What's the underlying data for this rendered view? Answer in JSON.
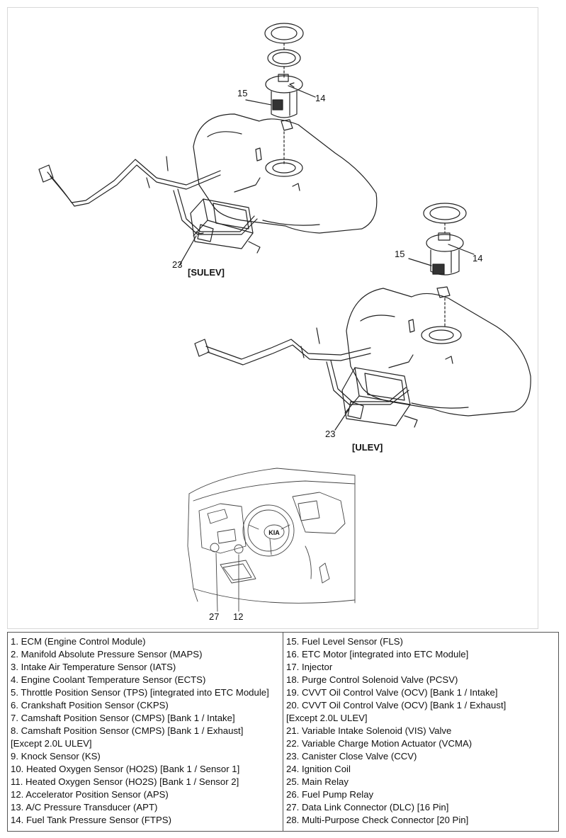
{
  "callouts": {
    "sulev_15": "15",
    "sulev_14": "14",
    "sulev_23": "23",
    "ulev_15": "15",
    "ulev_14": "14",
    "ulev_23": "23",
    "dash_27": "27",
    "dash_12": "12"
  },
  "captions": {
    "sulev": "[SULEV]",
    "ulev": "[ULEV]"
  },
  "logo_text": "KIA",
  "legend": {
    "left": [
      "1. ECM (Engine Control Module)",
      "2. Manifold Absolute Pressure Sensor (MAPS)",
      "3. Intake Air Temperature Sensor (IATS)",
      "4. Engine Coolant Temperature Sensor (ECTS)",
      "5. Throttle Position Sensor (TPS) [integrated into ETC Module]",
      "6. Crankshaft Position Sensor (CKPS)",
      "7. Camshaft Position Sensor (CMPS) [Bank 1 / Intake]",
      "8. Camshaft Position Sensor (CMPS) [Bank 1 / Exhaust]",
      "[Except 2.0L ULEV]",
      "9. Knock Sensor (KS)",
      "10. Heated Oxygen Sensor (HO2S) [Bank 1 / Sensor 1]",
      "11. Heated Oxygen Sensor (HO2S) [Bank 1 / Sensor 2]",
      "12. Accelerator Position Sensor (APS)",
      "13. A/C Pressure Transducer (APT)",
      "14. Fuel Tank Pressure Sensor (FTPS)"
    ],
    "right": [
      "15. Fuel Level Sensor (FLS)",
      "16. ETC Motor [integrated into ETC Module]",
      "17. Injector",
      "18. Purge Control Solenoid Valve (PCSV)",
      "19. CVVT Oil Control Valve (OCV) [Bank 1 / Intake]",
      "20. CVVT Oil Control Valve (OCV) [Bank 1 / Exhaust]",
      "[Except 2.0L ULEV]",
      "21. Variable Intake Solenoid (VIS) Valve",
      "22. Variable Charge Motion Actuator (VCMA)",
      "23. Canister Close Valve (CCV)",
      "24. Ignition Coil",
      "25. Main Relay",
      "26. Fuel Pump Relay",
      "27. Data Link Connector (DLC) [16 Pin]",
      "28. Multi-Purpose Check Connector [20 Pin]"
    ]
  }
}
